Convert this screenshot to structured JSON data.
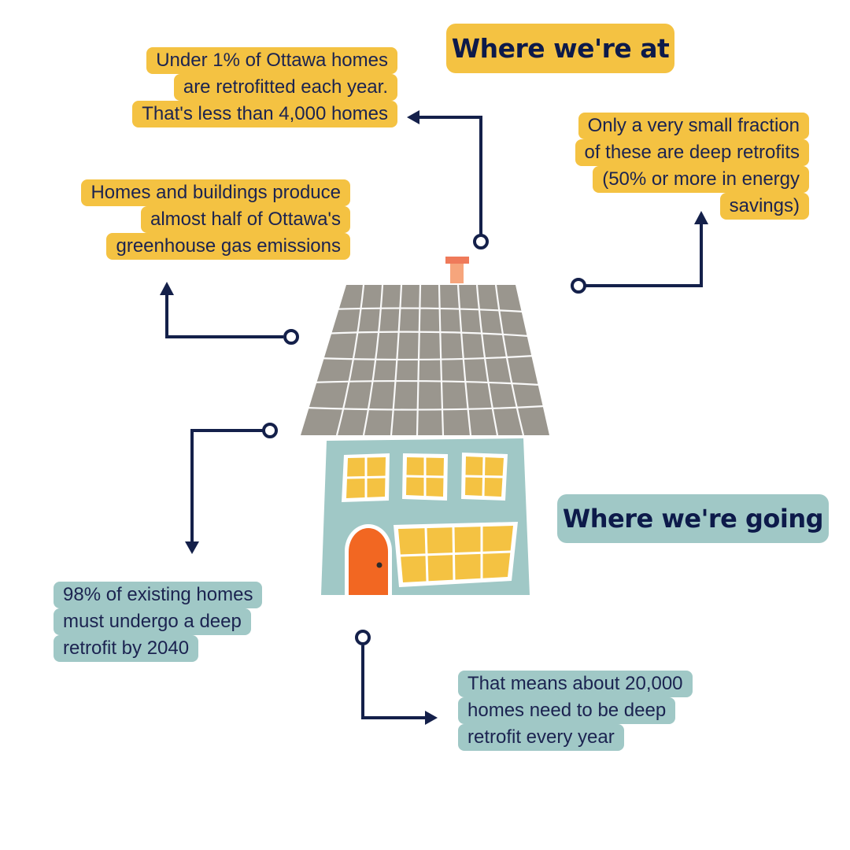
{
  "headings": {
    "where_at": "Where we're at",
    "where_going": "Where we're going"
  },
  "notes": {
    "retrofit_rate": [
      "Under 1% of Ottawa homes",
      "are retrofitted each year.",
      "That's less than 4,000 homes"
    ],
    "deep_fraction": [
      "Only a very small fraction",
      "of these are deep retrofits",
      "(50% or more in energy",
      "savings)"
    ],
    "emissions": [
      "Homes and buildings produce",
      "almost half of Ottawa's",
      "greenhouse gas emissions"
    ],
    "target_share": [
      "98% of existing homes",
      "must undergo a deep",
      "retrofit by 2040"
    ],
    "annual_need": [
      "That means about 20,000",
      "homes need to be deep",
      "retrofit every year"
    ]
  },
  "colors": {
    "yellow": "#f4c242",
    "teal": "#a0c8c6",
    "navy": "#14204a",
    "roof": "#9a968e",
    "wall": "#a0c8c6",
    "door": "#f26722",
    "chimney": "#f6a57c"
  }
}
